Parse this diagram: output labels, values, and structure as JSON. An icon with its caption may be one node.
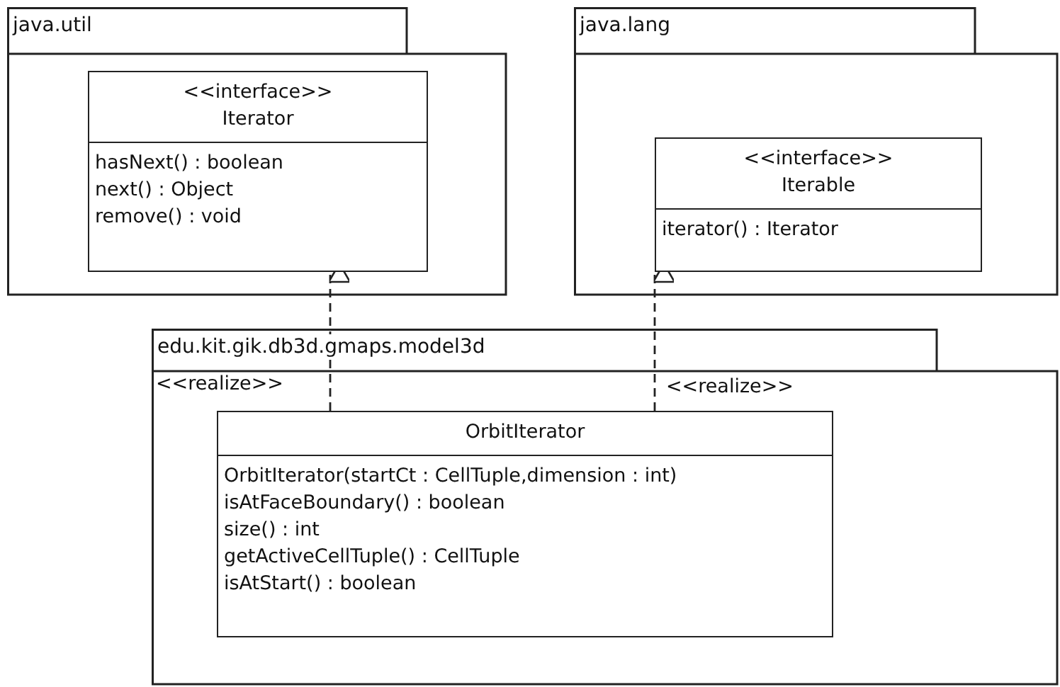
{
  "diagram": {
    "nodes": [
      {
        "text": [
          "java.util"
        ]
      },
      {
        "text": [
          "<<interface>>",
          "Iterator",
          "hasNext() : boolean",
          "next() : Object",
          "remove() : void"
        ],
        "in": 0
      },
      {
        "text": [
          "java.lang"
        ]
      },
      {
        "text": [
          "<<interface>>",
          "Iterable",
          "iterator() : Iterator"
        ],
        "in": 2
      },
      {
        "text": [
          "edu.kit.gik.db3d.gmaps.model3d"
        ]
      },
      {
        "text": [
          "OrbitIterator",
          "OrbitIterator(startCt : CellTuple,dimension : int)",
          "isAtFaceBoundary() : boolean",
          "size() : int",
          "getActiveCellTuple() : CellTuple",
          "isAtStart() : boolean"
        ],
        "in": 4
      }
    ],
    "edges": [
      {
        "from": 5,
        "to": 1,
        "arrow": "to",
        "style": "dashed",
        "label": "<<realize>>"
      },
      {
        "from": 5,
        "to": 3,
        "arrow": "to",
        "style": "dashed",
        "label": "<<realize>>"
      }
    ]
  }
}
